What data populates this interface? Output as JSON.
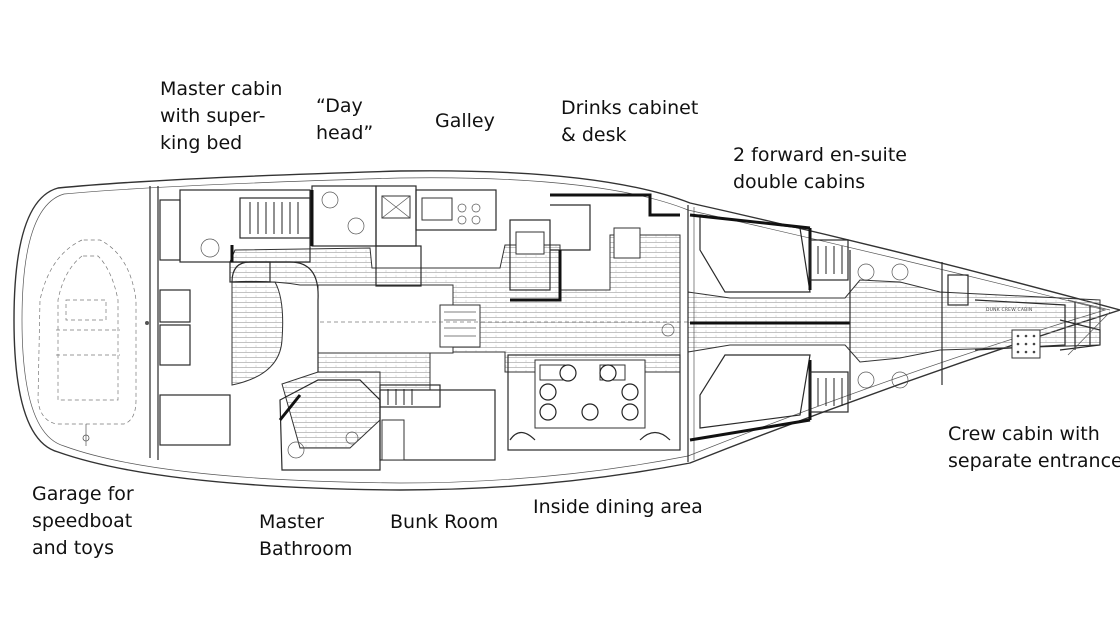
{
  "labels": {
    "master_cabin": [
      "Master cabin",
      "with super-",
      "king bed"
    ],
    "day_head": [
      "“Day",
      "head”"
    ],
    "galley": [
      "Galley"
    ],
    "drinks_cabinet": [
      "Drinks cabinet",
      "& desk"
    ],
    "forward_cabins": [
      "2  forward en-suite",
      "double cabins"
    ],
    "crew_cabin": [
      "Crew cabin with",
      "separate entrance"
    ],
    "garage": [
      "Garage for",
      "speedboat",
      "and toys"
    ],
    "master_bathroom": [
      "Master",
      "Bathroom"
    ],
    "bunk_room": [
      "Bunk Room"
    ],
    "dining_area": [
      "Inside dining area"
    ],
    "plan_crew_label": "DUNK CREW CABIN"
  },
  "colors": {
    "ink": "#111111",
    "line": "#2a2a2a",
    "deck_planks": "#9a9a9a"
  }
}
